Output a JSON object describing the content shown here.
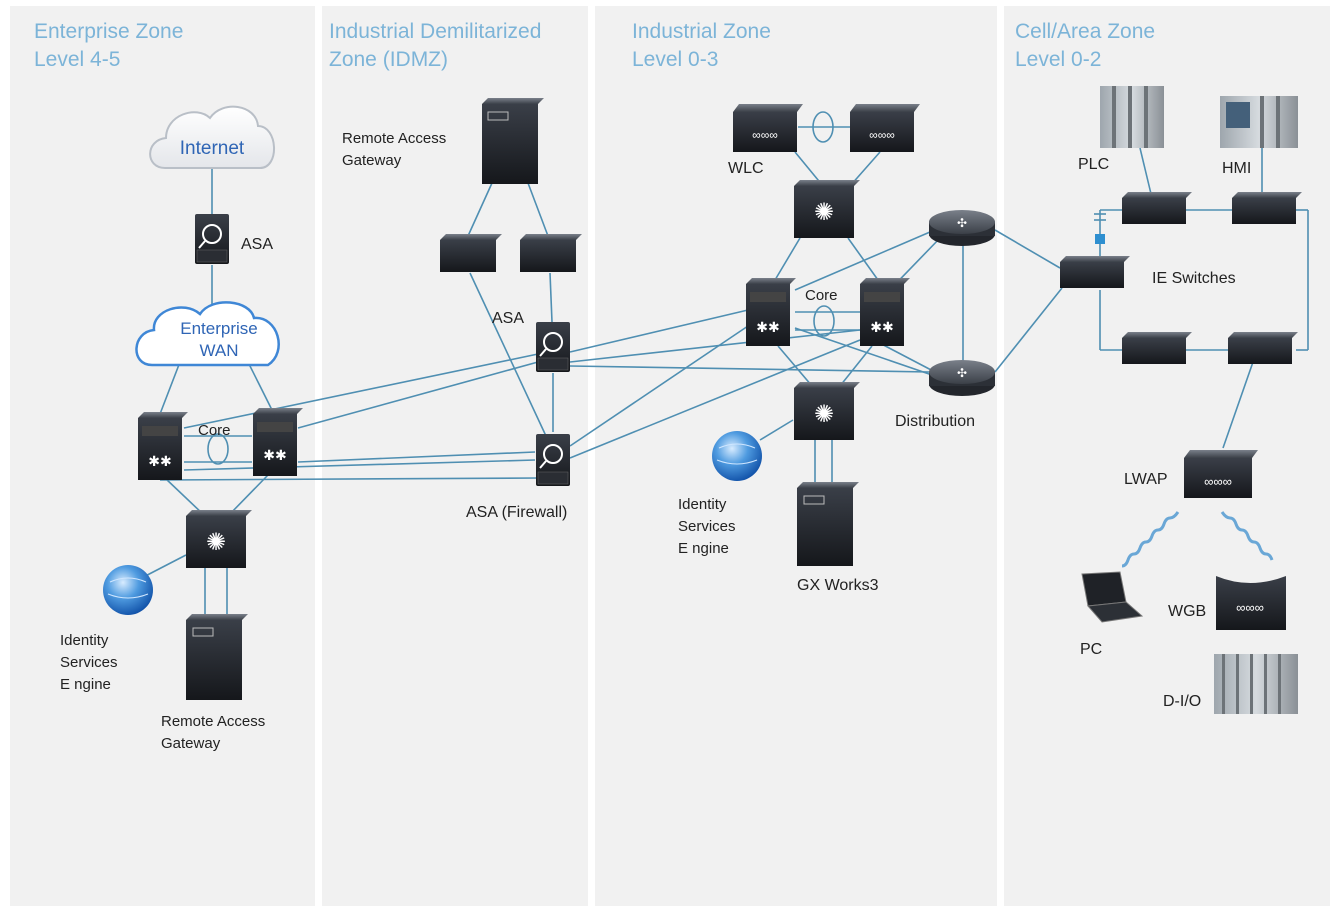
{
  "zones": [
    {
      "title_line1": "Enterprise Zone",
      "title_line2": "Level 4-5"
    },
    {
      "title_line1": "Industrial Demilitarized",
      "title_line2": "Zone (IDMZ)"
    },
    {
      "title_line1": "Industrial Zone",
      "title_line2": "Level 0-3"
    },
    {
      "title_line1": "Cell/Area Zone",
      "title_line2": "Level 0-2"
    }
  ],
  "labels": {
    "internet": "Internet",
    "asa": "ASA",
    "enterprise_wan_1": "Enterprise",
    "enterprise_wan_2": "WAN",
    "core": "Core",
    "ise_1": "Identity",
    "ise_2": "Services",
    "ise_3": "E ngine",
    "remote_access_1": "Remote Access",
    "remote_access_2": "Gateway",
    "idmz_remote_access_1": "Remote Access",
    "idmz_remote_access_2": "Gateway",
    "idmz_asa": "ASA",
    "asa_firewall": "ASA  (Firewall)",
    "wlc": "WLC",
    "industrial_core": "Core",
    "distribution": "Distribution",
    "iz_ise_1": "Identity",
    "iz_ise_2": "Services",
    "iz_ise_3": "E ngine",
    "gx_works": "GX Works3",
    "plc": "PLC",
    "hmi": "HMI",
    "ie_switches": "IE  Switches",
    "lwap": "LWAP",
    "pc": "PC",
    "wgb": "WGB",
    "dio": "D-I/O"
  },
  "colors": {
    "zone_bg": "#f1f1f1",
    "zone_title": "#7cb4d8",
    "link": "#4f8fb2",
    "device": "#1d2026",
    "cloud_text": "#2f65b5"
  }
}
